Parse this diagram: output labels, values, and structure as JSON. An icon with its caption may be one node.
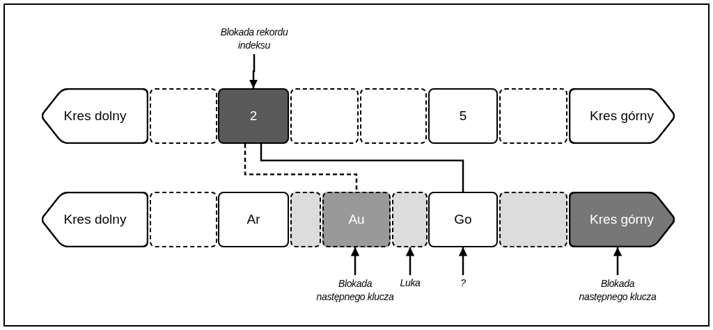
{
  "diagram": {
    "nodes": [
      {
        "text": [
          "Kres dolny"
        ]
      },
      {
        "text": [],
        "shape": "box"
      },
      {
        "text": [
          "2"
        ]
      },
      {
        "text": [],
        "shape": "box"
      },
      {
        "text": [],
        "shape": "box"
      },
      {
        "text": [
          "5"
        ]
      },
      {
        "text": [],
        "shape": "box"
      },
      {
        "text": [
          "Kres górny"
        ]
      },
      {
        "text": [
          "Kres dolny"
        ]
      },
      {
        "text": [],
        "shape": "box"
      },
      {
        "text": [
          "Ar"
        ]
      },
      {
        "text": [],
        "shape": "box"
      },
      {
        "text": [
          "Au"
        ]
      },
      {
        "text": [],
        "shape": "box"
      },
      {
        "text": [
          "Go"
        ]
      },
      {
        "text": [],
        "shape": "box"
      },
      {
        "text": [
          "Kres górny"
        ]
      },
      {
        "text": [
          "Blokada rekordu indeksu"
        ]
      },
      {
        "text": [
          "Blokada następnego klucza"
        ]
      },
      {
        "text": [
          "Luka"
        ]
      },
      {
        "text": [
          "?"
        ]
      },
      {
        "text": [
          "Blokada następnego klucza"
        ]
      }
    ],
    "edges": [
      {
        "from": 2,
        "to": 12,
        "arrow": "none",
        "style": "dashed"
      },
      {
        "from": 2,
        "to": 14,
        "arrow": "none"
      },
      {
        "from": 17,
        "to": 2,
        "arrow": "to"
      },
      {
        "from": 18,
        "to": 12,
        "arrow": "to"
      },
      {
        "from": 19,
        "to": 13,
        "arrow": "to"
      },
      {
        "from": 20,
        "to": 14,
        "arrow": "to"
      },
      {
        "from": 21,
        "to": 16,
        "arrow": "to"
      }
    ]
  }
}
